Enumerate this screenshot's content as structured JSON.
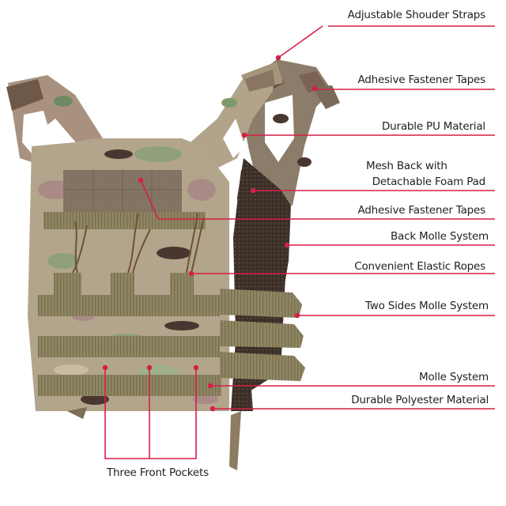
{
  "diagram": {
    "subject": "Tactical plate carrier vest (multicam camouflage)",
    "accent_color": "#d61f45",
    "callouts": [
      {
        "id": "shoulder-straps",
        "label": "Adjustable Shouder Straps"
      },
      {
        "id": "fastener-tapes-top",
        "label": "Adhesive Fastener Tapes"
      },
      {
        "id": "pu-material",
        "label": "Durable PU Material"
      },
      {
        "id": "mesh-back",
        "label_line1": "Mesh Back with",
        "label_line2": "Detachable Foam Pad"
      },
      {
        "id": "fastener-tapes-front",
        "label": "Adhesive Fastener Tapes"
      },
      {
        "id": "back-molle",
        "label": "Back Molle System"
      },
      {
        "id": "elastic-ropes",
        "label": "Convenient Elastic Ropes"
      },
      {
        "id": "side-molle",
        "label": "Two Sides Molle System"
      },
      {
        "id": "molle-system",
        "label": "Molle System"
      },
      {
        "id": "polyester-material",
        "label": "Durable Polyester Material"
      },
      {
        "id": "front-pockets",
        "label": "Three Front Pockets"
      }
    ],
    "colors": {
      "camo_base": "#b9ab8f",
      "camo_green": "#8fa07a",
      "camo_pink": "#a98a87",
      "camo_dark": "#4a3630",
      "webbing": "#8d8461",
      "mesh": "#3b2f28",
      "velcro": "#8a7a66"
    }
  }
}
